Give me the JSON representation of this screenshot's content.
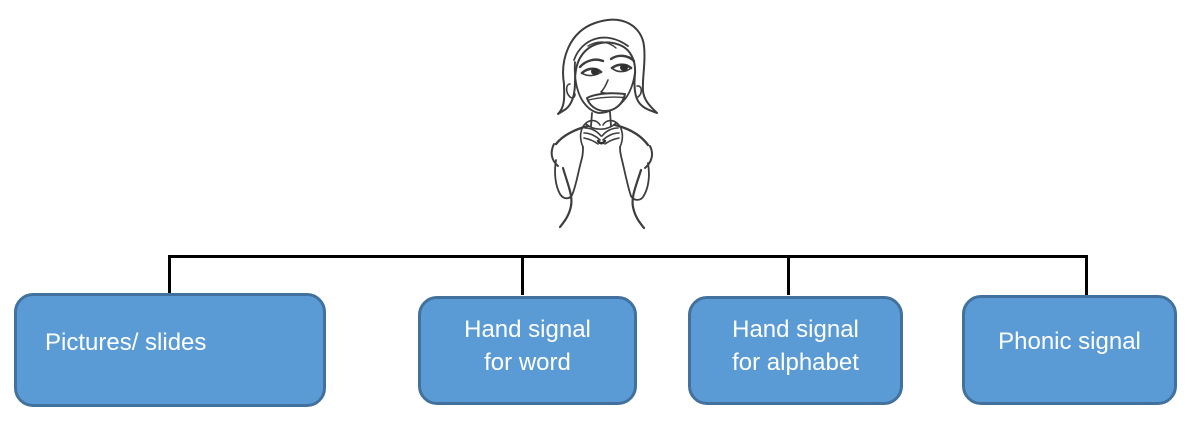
{
  "colors": {
    "background": "#ffffff",
    "box_fill": "#5b9bd5",
    "box_border": "#41719c",
    "box_text": "#ffffff",
    "connector": "#000000",
    "illustration_stroke": "#3d3d3d"
  },
  "illustration": {
    "name": "woman-signing-illustration",
    "description": "line drawing of a smiling woman making a hand signal in front of her chest"
  },
  "nodes": [
    {
      "id": "pictures-slides",
      "lines": [
        "Pictures/ slides"
      ]
    },
    {
      "id": "hand-signal-word",
      "lines": [
        "Hand signal",
        "for word"
      ]
    },
    {
      "id": "hand-signal-alphabet",
      "lines": [
        "Hand signal",
        "for alphabet"
      ]
    },
    {
      "id": "phonic-signal",
      "lines": [
        "Phonic signal"
      ]
    }
  ]
}
